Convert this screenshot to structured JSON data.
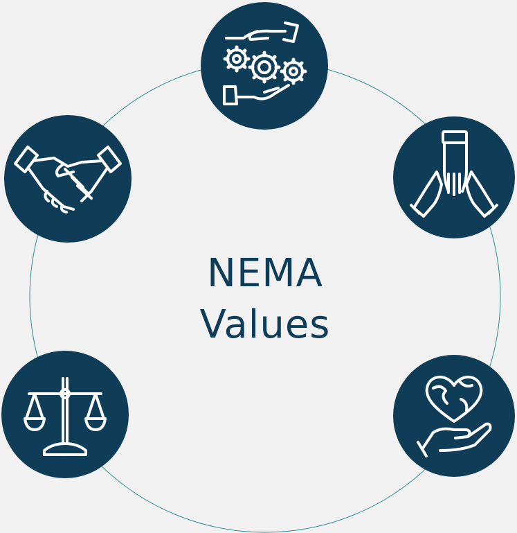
{
  "center": {
    "line1": "NEMA",
    "line2": "Values"
  },
  "colors": {
    "background": "#f1f1f1",
    "node_fill": "#0f3d57",
    "ring": "#2a8c8c",
    "icon_stroke": "#ffffff",
    "text": "#0f3d57"
  },
  "nodes": [
    {
      "id": "top",
      "icon": "collaboration-gears-hands-icon"
    },
    {
      "id": "upper-right",
      "icon": "team-stacked-hands-icon"
    },
    {
      "id": "lower-right",
      "icon": "care-heart-globe-hand-icon"
    },
    {
      "id": "lower-left",
      "icon": "justice-scales-icon"
    },
    {
      "id": "upper-left",
      "icon": "partnership-handshake-icon"
    }
  ]
}
